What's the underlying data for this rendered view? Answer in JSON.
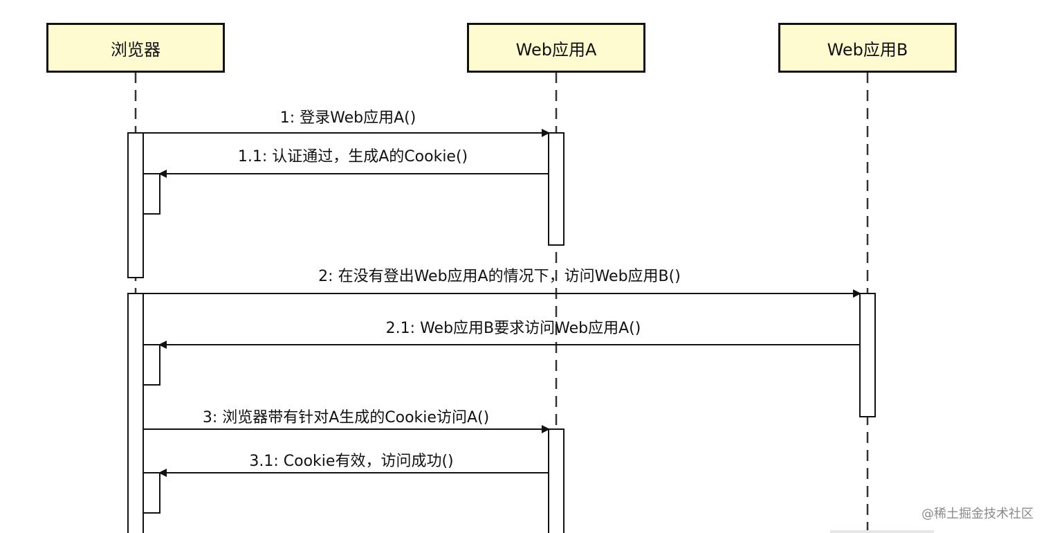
{
  "participants": [
    {
      "id": "browser",
      "label": "浏览器"
    },
    {
      "id": "appA",
      "label": "Web应用A"
    },
    {
      "id": "appB",
      "label": "Web应用B"
    }
  ],
  "messages": [
    {
      "num": "1",
      "label": "1: 登录Web应用A()"
    },
    {
      "num": "1.1",
      "label": "1.1: 认证通过，生成A的Cookie()"
    },
    {
      "num": "2",
      "label": "2: 在没有登出Web应用A的情况下，访问Web应用B()"
    },
    {
      "num": "2.1",
      "label": "2.1: Web应用B要求访问Web应用A()"
    },
    {
      "num": "3",
      "label": "3: 浏览器带有针对A生成的Cookie访问A()"
    },
    {
      "num": "3.1",
      "label": "3.1: Cookie有效，访问成功()"
    }
  ],
  "watermark": "@稀土掘金技术社区",
  "colors": {
    "header_fill": "#fefbd0",
    "stroke": "#111111",
    "dash": "#333333",
    "activation_fill": "#ffffff",
    "watermark": "#8a8a8a"
  }
}
